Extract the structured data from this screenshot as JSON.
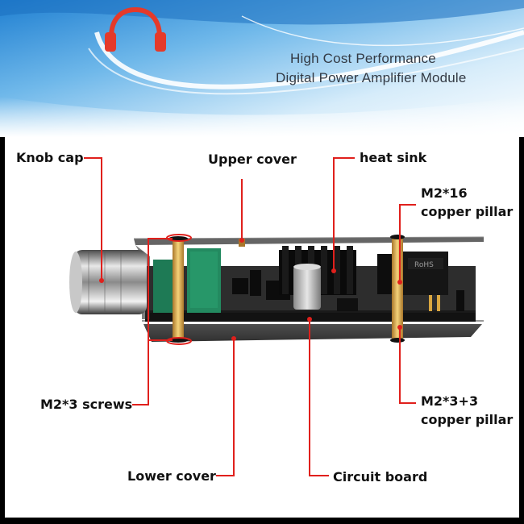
{
  "header": {
    "title_line_1": "High Cost Performance",
    "title_line_2": "Digital Power Amplifier Module",
    "logo_icon": "headphones-icon",
    "logo_color": "#e53a2a"
  },
  "labels": {
    "knob_cap": "Knob cap",
    "upper_cover": "Upper cover",
    "heat_sink": "heat sink",
    "m2_16_line1": "M2*16",
    "m2_16_line2": "copper pillar",
    "m2_3_screws": "M2*3 screws",
    "m2_3_3_line1": "M2*3+3",
    "m2_3_3_line2": "copper pillar",
    "lower_cover": "Lower cover",
    "circuit_board": "Circuit board"
  },
  "colors": {
    "callout_red": "#e0201c",
    "header_blue": "#2f8fd6",
    "board_black": "#151515",
    "pillar_gold": "#d9a640"
  },
  "component_text": {
    "rohs_mark": "RoHS"
  }
}
